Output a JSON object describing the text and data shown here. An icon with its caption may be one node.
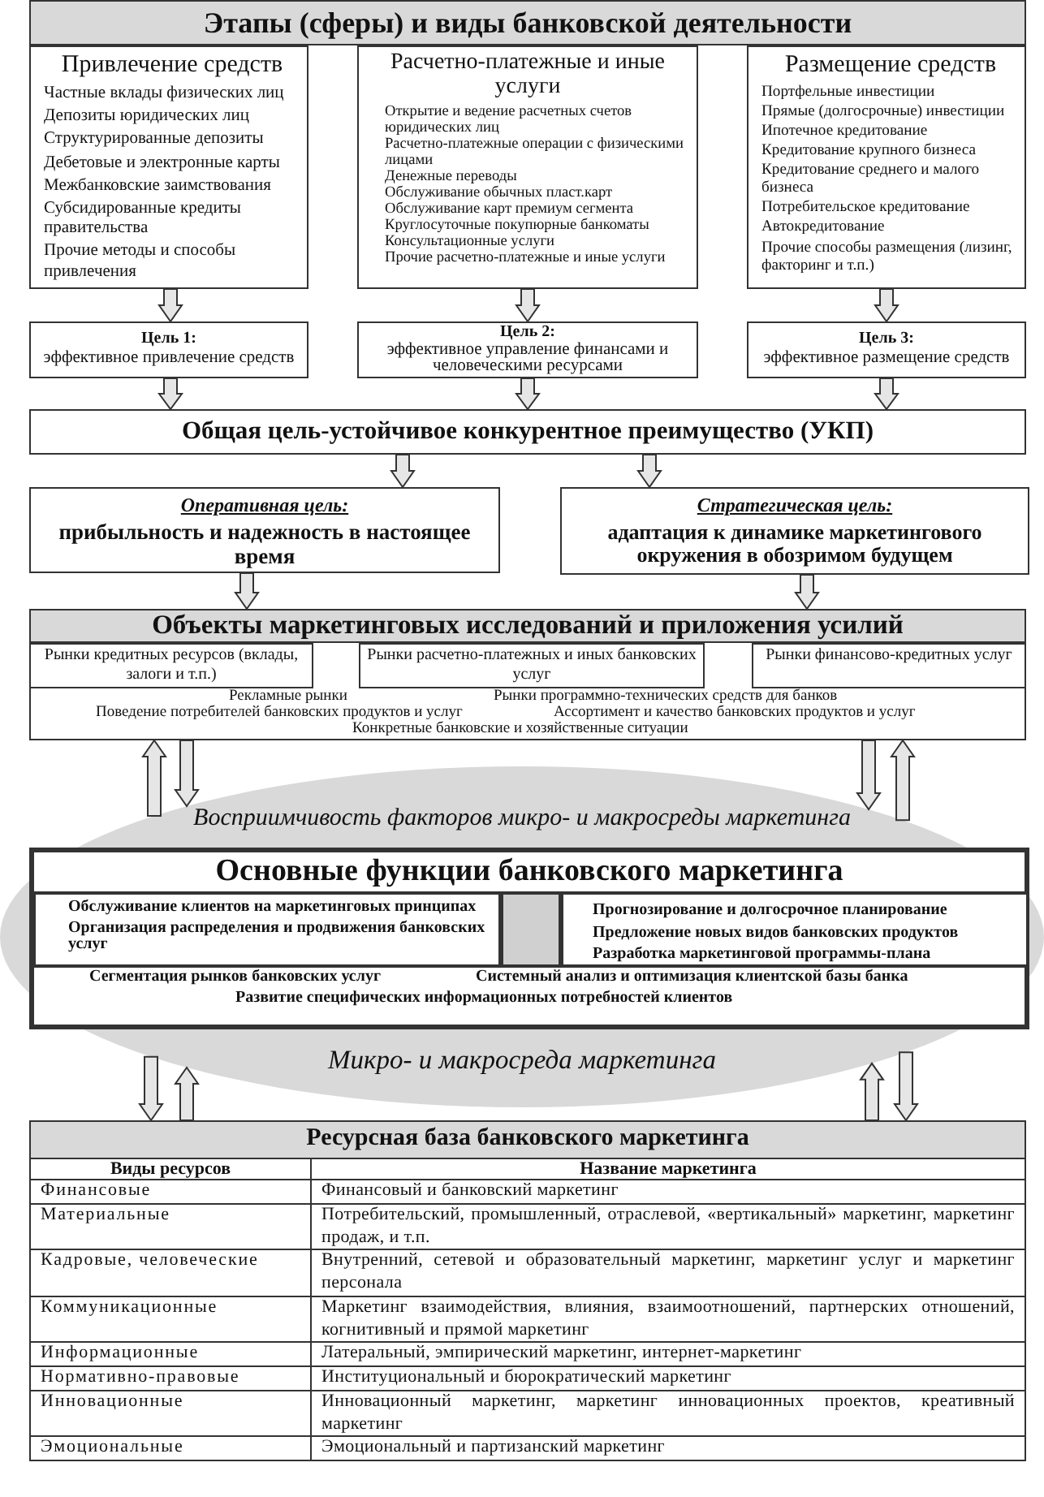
{
  "diagram": {
    "nodes": [
      {
        "text": [
          "Этапы (сферы) и виды банковской деятельности"
        ]
      },
      {
        "text": [
          "Привлечение средств",
          "Частные вклады физических лиц",
          "Депозиты юридических лиц",
          "Структурированные депозиты",
          "Дебетовые и электронные карты",
          "Межбанковские заимствования",
          "Субсидированные кредиты правительства",
          "Прочие методы и способы привлечения"
        ]
      },
      {
        "text": [
          "Расчетно-платежные и иные услуги",
          "Открытие и ведение расчетных счетов юридических лиц",
          "Расчетно-платежные операции с физическими лицами",
          "Денежные переводы",
          "Обслуживание обычных пласт.карт",
          "Обслуживание карт премиум сегмента",
          "Круглосуточные покупюрные банкоматы",
          "Консультационные услуги",
          "Прочие расчетно-платежные и иные услуги"
        ]
      },
      {
        "text": [
          "Размещение средств",
          "Портфельные инвестиции",
          "Прямые (долгосрочные) инвестиции",
          "Ипотечное кредитование",
          "Кредитование крупного бизнеса",
          "Кредитование среднего и малого бизнеса",
          "Потребительское кредитование",
          "Автокредитование",
          "Прочие способы размещения (лизинг, факторинг и т.п.)"
        ]
      },
      {
        "text": [
          "Цель 1:",
          "эффективное привлечение средств"
        ]
      },
      {
        "text": [
          "Цель 2:",
          "эффективное управление финансами и человеческими ресурсами"
        ]
      },
      {
        "text": [
          "Цель 3:",
          "эффективное размещение средств"
        ]
      },
      {
        "text": [
          "Общая цель-устойчивое конкурентное преимущество (УКП)"
        ]
      },
      {
        "text": [
          "Оперативная цель:",
          "прибыльность и надежность в настоящее время"
        ]
      },
      {
        "text": [
          "Стратегическая цель:",
          "адаптация к динамике маркетингового окружения в обозримом будущем"
        ]
      },
      {
        "text": [
          "Объекты маркетинговых исследований и приложения усилий",
          "Рекламные рынки",
          "Рынки программно-технических средств для банков",
          "Поведение потребителей банковских продуктов и услуг",
          "Ассортимент и качество банковских продуктов и услуг",
          "Конкретные банковские и хозяйственные ситуации"
        ]
      },
      {
        "text": [
          "Рынки кредитных ресурсов (вклады, залоги и т.п.)"
        ],
        "in": 10
      },
      {
        "text": [
          "Рынки расчетно-платежных и иных банковских услуг"
        ],
        "in": 10
      },
      {
        "text": [
          "Рынки финансово-кредитных услуг"
        ],
        "in": 10
      },
      {
        "text": [
          "Восприимчивость факторов микро- и макросреды маркетинга",
          "Микро- и макросреда маркетинга"
        ]
      },
      {
        "text": [
          "Основные функции банковского маркетинга",
          "Сегментация рынков банковских услуг",
          "Системный анализ и оптимизация клиентской базы банка",
          "Развитие специфических информационных потребностей клиентов"
        ],
        "in": 14
      },
      {
        "text": [
          "Обслуживание клиентов на маркетинговых принципах",
          "Организация распределения и продвижения банковских услуг"
        ],
        "in": 15
      },
      {
        "text": [],
        "shape": "box",
        "in": 15
      },
      {
        "text": [
          "Прогнозирование и долгосрочное планирование",
          "Предложение новых видов банковских продуктов",
          "Разработка маркетинговой программы-плана"
        ],
        "in": 15
      },
      {
        "text": [
          "Ресурсная база  банковского маркетинга"
        ]
      }
    ],
    "edges": [
      {
        "from": 1,
        "to": 4,
        "arrow": "to"
      },
      {
        "from": 2,
        "to": 5,
        "arrow": "to"
      },
      {
        "from": 3,
        "to": 6,
        "arrow": "to"
      },
      {
        "from": 4,
        "to": 7,
        "arrow": "to"
      },
      {
        "from": 5,
        "to": 7,
        "arrow": "to"
      },
      {
        "from": 6,
        "to": 7,
        "arrow": "to"
      },
      {
        "from": 7,
        "to": 8,
        "arrow": "to"
      },
      {
        "from": 7,
        "to": 9,
        "arrow": "to"
      },
      {
        "from": 8,
        "to": 10,
        "arrow": "to"
      },
      {
        "from": 9,
        "to": 10,
        "arrow": "to"
      },
      {
        "from": 14,
        "to": 10,
        "arrow": "to"
      },
      {
        "from": 10,
        "to": 14,
        "arrow": "to"
      },
      {
        "from": 10,
        "to": 14,
        "arrow": "to"
      },
      {
        "from": 14,
        "to": 10,
        "arrow": "to"
      },
      {
        "from": 14,
        "to": 19,
        "arrow": "to"
      },
      {
        "from": 19,
        "to": 14,
        "arrow": "to"
      },
      {
        "from": 19,
        "to": 14,
        "arrow": "to"
      },
      {
        "from": 14,
        "to": 19,
        "arrow": "to"
      }
    ],
    "labels": [
      "Виды ресурсов",
      "Название маркетинга",
      "Финансовые",
      "Финансовый и банковский маркетинг",
      "Материальные",
      "Потребительский, промышленный, отраслевой, «вертикальный» маркетинг, маркетинг продаж, и т.п.",
      "Кадровые, человеческие",
      "Внутренний, сетевой и образовательный маркетинг, маркетинг услуг и маркетинг персонала",
      "Коммуникационные",
      "Маркетинг взаимодействия, влияния, взаимоотношений, партнерских отношений, когнитивный и прямой маркетинг",
      "Информационные",
      "Латеральный, эмпирический маркетинг, интернет-маркетинг",
      "Нормативно-правовые",
      "Институциональный и бюрократический маркетинг",
      "Инновационные",
      "Инновационный маркетинг, маркетинг инновационных проектов, креативный маркетинг",
      "Эмоциональные",
      "Эмоциональный и партизанский маркетинг"
    ]
  }
}
